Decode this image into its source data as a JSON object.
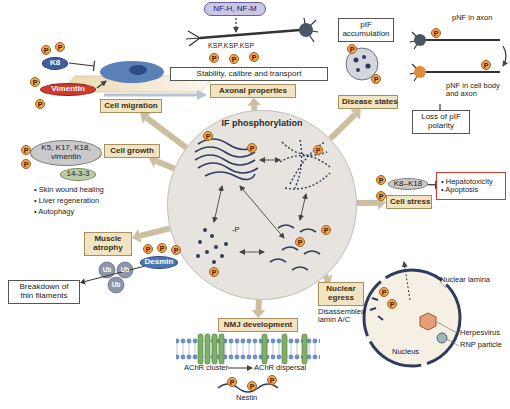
{
  "diagram": {
    "nodes": [
      {
        "text": [
          "NF-H, NF-M"
        ]
      },
      {
        "text": [
          "Stability, calibre and transport"
        ]
      },
      {
        "text": [
          "Axonal properties"
        ]
      },
      {
        "text": [
          "K8"
        ]
      },
      {
        "text": [
          "Vimentin"
        ]
      },
      {
        "text": [
          "Cell migration"
        ]
      },
      {
        "text": [
          "pIF accumulation"
        ]
      },
      {
        "text": [
          "Disease states"
        ]
      },
      {
        "text": [
          "Loss of pIF polarity"
        ]
      },
      {
        "text": [
          "K5, K17, K18, vimentin"
        ]
      },
      {
        "text": [
          "14-3-3"
        ]
      },
      {
        "text": [
          "Cell growth"
        ]
      },
      {
        "text": [
          "IF phosphorylation"
        ]
      },
      {
        "text": [
          "K8–K18"
        ]
      },
      {
        "text": [
          "Cell stress"
        ]
      },
      {
        "text": [
          "• Hepatotoxicity",
          "• Apoptosis"
        ]
      },
      {
        "text": [
          "Muscle atrophy"
        ]
      },
      {
        "text": [
          "Desmin"
        ]
      },
      {
        "text": [
          "Breakdown of thin filaments"
        ]
      },
      {
        "text": [
          "NMJ development"
        ]
      },
      {
        "text": [
          "Nuclear egress"
        ]
      }
    ],
    "edges": [
      {
        "from": 12,
        "to": 2,
        "arrow": "to"
      },
      {
        "from": 12,
        "to": 5,
        "arrow": "to"
      },
      {
        "from": 12,
        "to": 7,
        "arrow": "to"
      },
      {
        "from": 12,
        "to": 14,
        "arrow": "to"
      },
      {
        "from": 12,
        "to": 20,
        "arrow": "to"
      },
      {
        "from": 12,
        "to": 19,
        "arrow": "to"
      },
      {
        "from": 12,
        "to": 16,
        "arrow": "to"
      },
      {
        "from": 12,
        "to": 11,
        "arrow": "to"
      },
      {
        "from": 13,
        "to": 15,
        "arrow": "to"
      },
      {
        "from": 17,
        "to": 18,
        "arrow": "to"
      }
    ],
    "labels": [
      "KSP.KSP.KSP",
      "pNF in axon",
      "pNF in cell body and axon",
      "• Skin wound healing",
      "• Liver regeneration",
      "• Autophagy",
      "Nuclear lamina",
      "Disassembled lamin A/C",
      "Herpesvirus",
      "RNP particle",
      "Nucleus",
      "AChR cluster",
      "AChR dispersal",
      "Nestin",
      "Ub",
      "Ub",
      "Ub",
      "-P",
      "P",
      "P",
      "P",
      "P",
      "P",
      "P",
      "P",
      "P",
      "P",
      "P",
      "P",
      "P",
      "P",
      "P",
      "P",
      "P",
      "P",
      "P",
      "P",
      "P",
      "P",
      "P",
      "P",
      "P",
      "P",
      "P",
      "P",
      "P",
      "P"
    ]
  }
}
